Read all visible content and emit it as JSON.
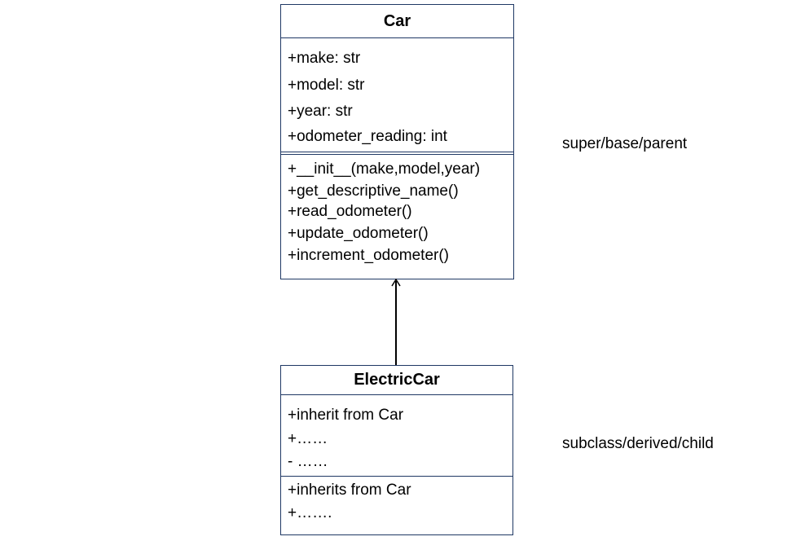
{
  "car": {
    "name": "Car",
    "attributes": [
      "+make: str",
      "+model: str",
      "+year: str",
      "+odometer_reading: int"
    ],
    "methods": [
      "+__init__(make,model,year)",
      "+get_descriptive_name()",
      "+read_odometer()",
      "+update_odometer()",
      "+increment_odometer()"
    ],
    "role_label": "super/base/parent"
  },
  "electric_car": {
    "name": "ElectricCar",
    "attributes": [
      "+inherit from Car",
      "+……",
      "- ……"
    ],
    "methods": [
      "+inherits from Car",
      "+……."
    ],
    "role_label": "subclass/derived/child"
  },
  "colors": {
    "box_border": "#1f3864",
    "arrow": "#000000"
  }
}
